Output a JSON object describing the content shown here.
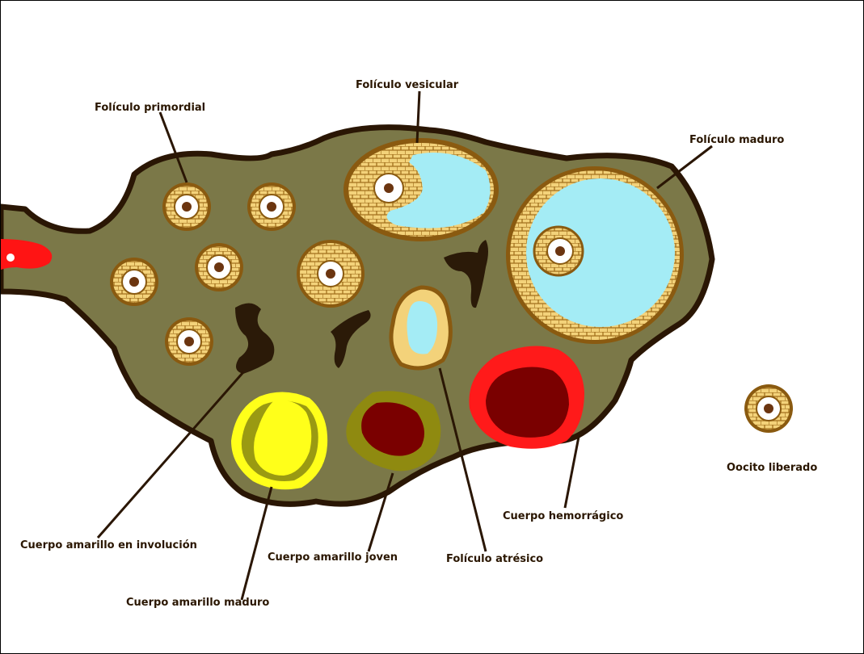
{
  "labels": {
    "primordial": "Folículo primordial",
    "vesicular": "Folículo vesicular",
    "maduro": "Folículo maduro",
    "oocito": "Oocito liberado",
    "hemorragico": "Cuerpo hemorrágico",
    "atresico": "Folículo atrésico",
    "amarillo_joven": "Cuerpo amarillo joven",
    "amarillo_involucion": "Cuerpo amarillo en involución",
    "amarillo_maduro": "Cuerpo amarillo maduro"
  },
  "colors": {
    "stroma": "#7b7848",
    "outline": "#2a1604",
    "follicle_cells": "#f3d27a",
    "follicle_rim": "#8a5a10",
    "antrum": "#a4ecf5",
    "hemorrhagic": "#ff1a1a",
    "corpus_luteum": "#ffff1a",
    "young_luteum": "#7a0000",
    "young_luteum_halo": "#8f8a10",
    "scar": "#2b1a08",
    "oocyte_nucleus": "#6b3510"
  }
}
